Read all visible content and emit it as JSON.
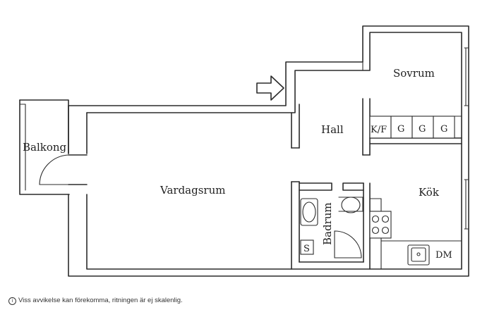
{
  "rooms": {
    "balkong": "Balkong",
    "vardagsrum": "Vardagsrum",
    "hall": "Hall",
    "sovrum": "Sovrum",
    "kok": "Kök",
    "badrum": "Badrum"
  },
  "fixtures": {
    "kf": "K/F",
    "g1": "G",
    "g2": "G",
    "g3": "G",
    "s": "S",
    "dm": "DM"
  },
  "footer": {
    "icon": "info-icon",
    "disclaimer": "Viss avvikelse kan förekomma, ritningen är ej skalenlig."
  }
}
